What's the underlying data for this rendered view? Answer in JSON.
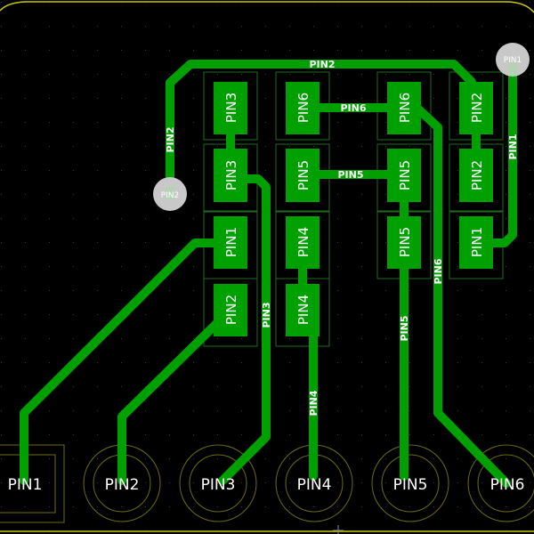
{
  "app": {
    "view": "PCB layout editor canvas",
    "colors": {
      "background": "#000000",
      "copper": "#00a000",
      "copper_bright": "#00c000",
      "courtyard": "#1b5e1b",
      "board_edge": "#d0d000",
      "connector_outline": "#6b6b10",
      "via": "#c8c8c8",
      "text": "#ffffff",
      "grid_dot": "#333333"
    }
  },
  "pads": {
    "colA": [
      "PIN3",
      "PIN3",
      "PIN1",
      "PIN2"
    ],
    "colB": [
      "PIN6",
      "PIN5",
      "PIN4",
      "PIN4"
    ],
    "colC": [
      "PIN6",
      "PIN5",
      "PIN5"
    ],
    "colD": [
      "PIN2",
      "PIN2",
      "PIN1"
    ]
  },
  "track_labels": {
    "pin2_top": "PIN2",
    "pin2_left": "PIN2",
    "pin6_h": "PIN6",
    "pin5_h": "PIN5",
    "pin1_right": "PIN1",
    "pin3_v": "PIN3",
    "pin4_v": "PIN4",
    "pin5_v": "PIN5",
    "pin6_v": "PIN6"
  },
  "vias": [
    {
      "label": "PIN2"
    },
    {
      "label": "PIN1"
    }
  ],
  "connectors": [
    {
      "label": "PIN1",
      "shape": "square"
    },
    {
      "label": "PIN2",
      "shape": "round"
    },
    {
      "label": "PIN3",
      "shape": "round"
    },
    {
      "label": "PIN4",
      "shape": "round"
    },
    {
      "label": "PIN5",
      "shape": "round"
    },
    {
      "label": "PIN6",
      "shape": "round"
    }
  ]
}
